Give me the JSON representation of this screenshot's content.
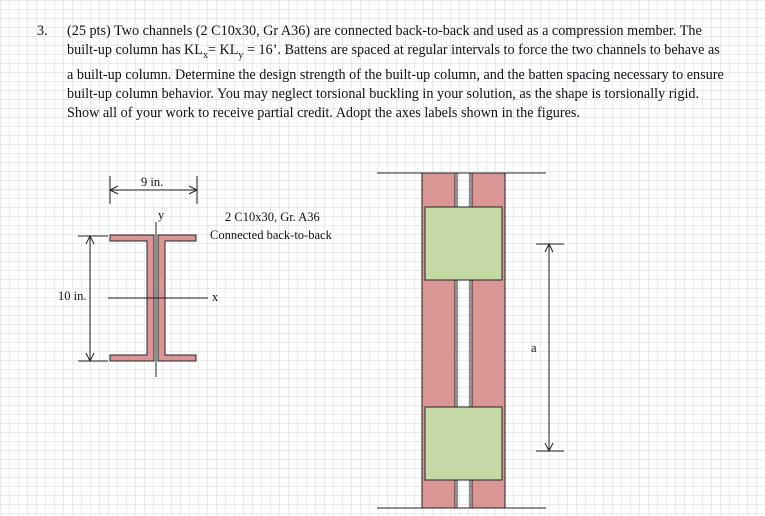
{
  "problem": {
    "number": "3.",
    "text_part1": "(25 pts) Two channels (2 C10x30, Gr A36) are connected back-to-back and used as a compression member. The built-up column has KL",
    "sub_x": "x",
    "eq_mid": "= KL",
    "sub_y": "y",
    "text_part2": "= 16’. Battens are spaced at regular intervals to force the two channels to behave as a built-up column. Determine the design strength of the built-up column, and the batten spacing necessary to ensure built-up column behavior. You may neglect torsional buckling in your solution, as the shape is torsionally rigid. Show all of your work to receive partial credit. Adopt the axes labels shown in the figures."
  },
  "figure_section": {
    "width_dim": "9 in.",
    "height_dim": "10 in.",
    "y_axis": "y",
    "x_axis": "x",
    "section_line1": "2 C10x30, Gr. A36",
    "section_line2": "Connected back-to-back"
  },
  "figure_elevation": {
    "spacing_label": "a"
  },
  "colors": {
    "channel_fill": "#d99694",
    "batten_fill": "#c5d9a4",
    "outline": "#222222"
  }
}
